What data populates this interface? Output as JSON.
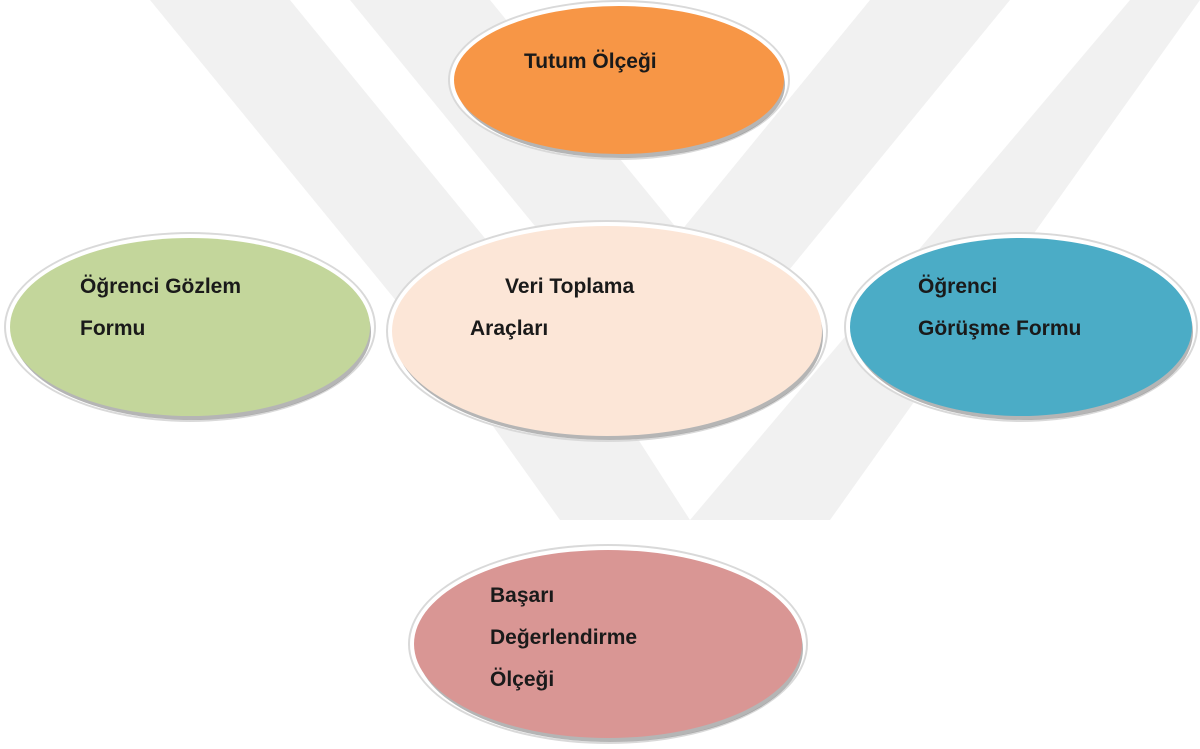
{
  "center": {
    "lines": [
      "Veri Toplama",
      "Araçları"
    ],
    "color": "#fce6d7"
  },
  "top": {
    "lines": [
      "Tutum Ölçeği"
    ],
    "color": "#f79646"
  },
  "left": {
    "lines": [
      "Öğrenci Gözlem",
      "Formu"
    ],
    "color": "#c3d69b"
  },
  "right": {
    "lines": [
      "Öğrenci",
      "Görüşme Formu"
    ],
    "color": "#4bacc6"
  },
  "bottom": {
    "lines": [
      "Başarı",
      "Değerlendirme",
      "Ölçeği"
    ],
    "color": "#d99694"
  }
}
